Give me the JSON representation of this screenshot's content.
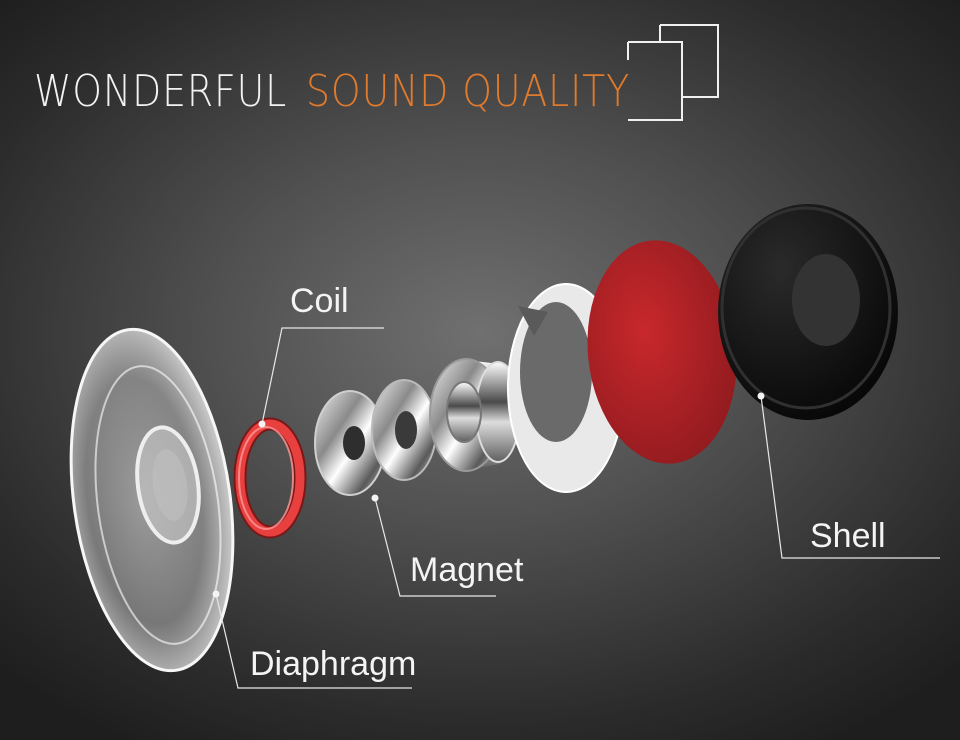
{
  "header": {
    "title_part1": "WONDERFUL",
    "title_part2": "SOUND QUALITY",
    "accent_color": "#e07a2c"
  },
  "labels": {
    "coil": "Coil",
    "magnet": "Magnet",
    "diaphragm": "Diaphragm",
    "shell": "Shell"
  },
  "colors": {
    "coil": "#e03a3a",
    "red_pad": "#b02024",
    "shell": "#0d0d0d",
    "white_ring": "#f4f4f4"
  }
}
